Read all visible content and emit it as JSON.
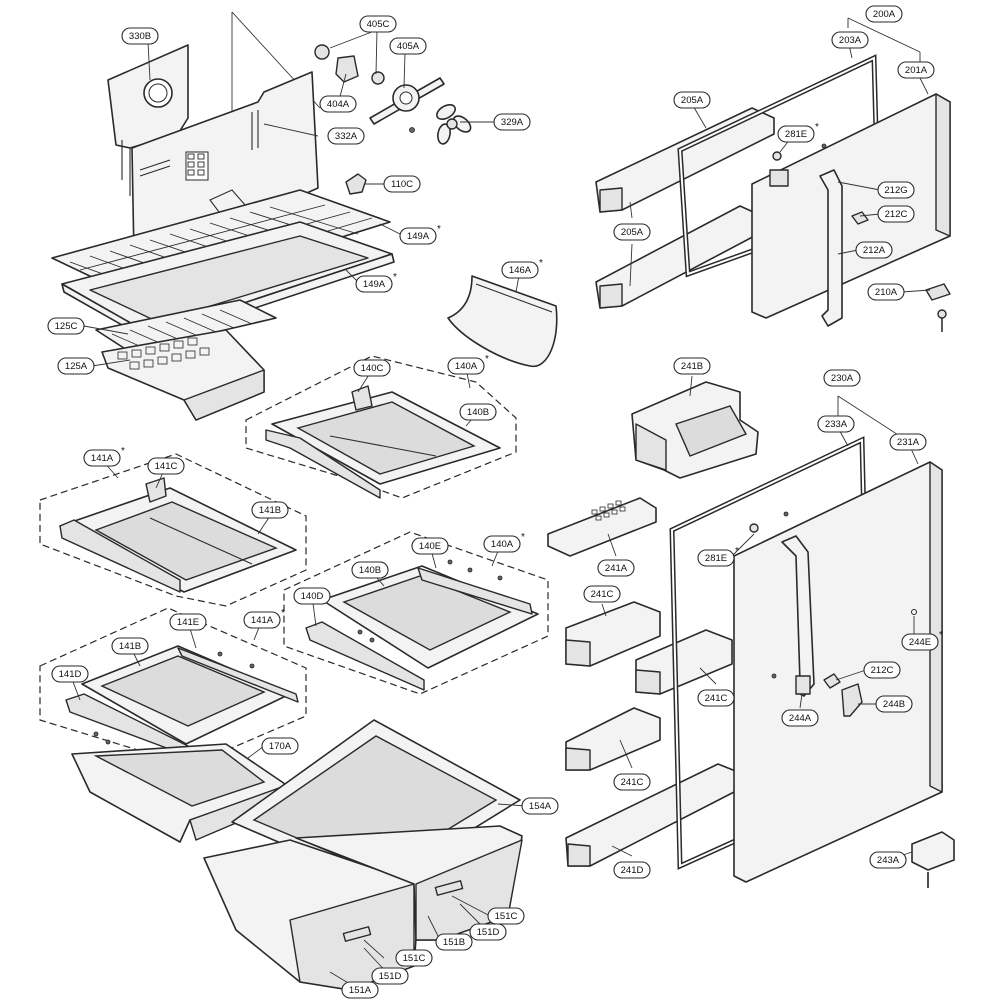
{
  "diagram": {
    "labels": {
      "l330B": "330B",
      "l405C": "405C",
      "l405A": "405A",
      "l404A": "404A",
      "l332A": "332A",
      "l329A": "329A",
      "l110C": "110C",
      "l149A1": "149A",
      "l149A2": "149A",
      "l125C": "125C",
      "l125A": "125A",
      "l146A": "146A",
      "l140A1": "140A",
      "l140C": "140C",
      "l140B1": "140B",
      "l141A1": "141A",
      "l141C": "141C",
      "l141B1": "141B",
      "l140E": "140E",
      "l140A2": "140A",
      "l140B2": "140B",
      "l140D": "140D",
      "l141A2": "141A",
      "l141E": "141E",
      "l141B2": "141B",
      "l141D": "141D",
      "l170A": "170A",
      "l154A": "154A",
      "l151C1": "151C",
      "l151D1": "151D",
      "l151B": "151B",
      "l151C2": "151C",
      "l151D2": "151D",
      "l151A": "151A",
      "l200A": "200A",
      "l203A": "203A",
      "l201A": "201A",
      "l205A1": "205A",
      "l281E1": "281E",
      "l212G": "212G",
      "l212C1": "212C",
      "l205A2": "205A",
      "l212A": "212A",
      "l210A": "210A",
      "l241B": "241B",
      "l230A": "230A",
      "l233A": "233A",
      "l231A": "231A",
      "l241A": "241A",
      "l281E2": "281E",
      "l241C1": "241C",
      "l244E": "244E",
      "l212C2": "212C",
      "l241C2": "241C",
      "l244A": "244A",
      "l244B": "244B",
      "l241C3": "241C",
      "l243A": "243A",
      "l241D": "241D"
    },
    "star": "*"
  }
}
